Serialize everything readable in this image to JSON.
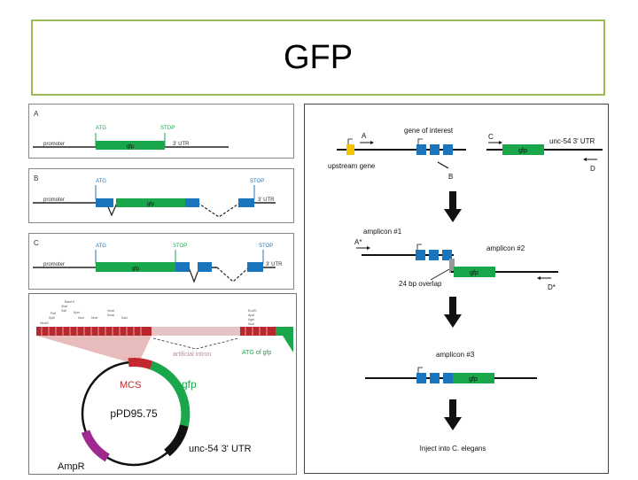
{
  "slide": {
    "title": "GFP"
  },
  "panelA": {
    "letter": "A",
    "promoter": "promoter",
    "atg": "ATG",
    "stop": "STOP",
    "utr": "3' UTR",
    "gfp": "gfp"
  },
  "panelB": {
    "letter": "B",
    "promoter": "promoter",
    "atg": "ATG",
    "stop": "STOP",
    "utr": "3' UTR",
    "gfp": "gfp"
  },
  "panelC": {
    "letter": "C",
    "promoter": "promoter",
    "atg": "ATG",
    "stop1": "STOP",
    "stop2": "STOP",
    "utr": "3' UTR",
    "gfp": "gfp"
  },
  "plasmid": {
    "name": "pPD95.75",
    "mcs": "MCS",
    "gfp": "gfp",
    "utr": "unc-54 3' UTR",
    "ampr": "AmpR",
    "intron": "artificial intron",
    "atg_gfp": "ATG of gfp"
  },
  "pcr": {
    "a": "A",
    "b": "B",
    "c": "C",
    "d": "D",
    "gene_of_interest": "gene of interest",
    "upstream_gene": "upstream gene",
    "gfp": "gfp",
    "unc54": "unc-54 3' UTR",
    "a_star": "A*",
    "d_star": "D*",
    "amplicon1": "amplicon #1",
    "amplicon2": "amplicon #2",
    "amplicon3": "amplicon #3",
    "overlap": "24 bp overlap",
    "gfp2": "gfp",
    "gfp3": "gfp",
    "inject": "Inject into C. elegans"
  },
  "colors": {
    "green": "#1aa64a",
    "blue": "#1b75bc",
    "yellow": "#f5c400",
    "red": "#c1272d",
    "purple": "#9e2a8e",
    "black": "#111111",
    "border": "#9bbb59"
  }
}
